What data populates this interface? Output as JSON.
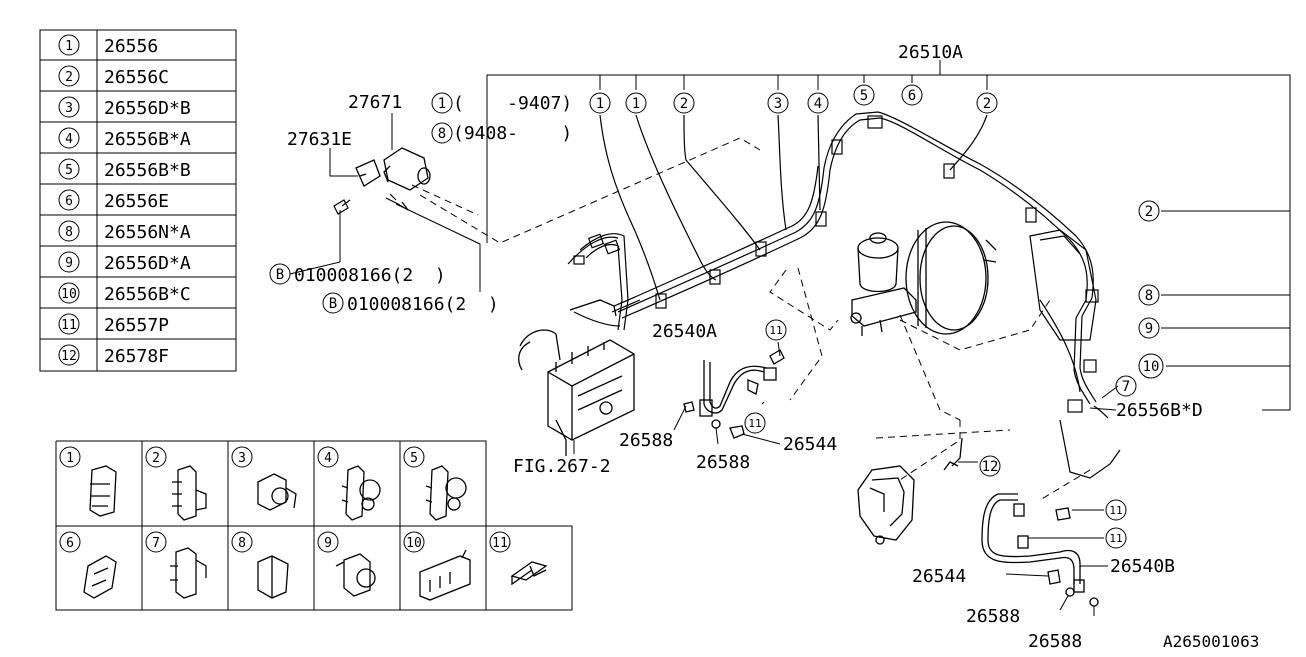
{
  "parts_table": {
    "rows": [
      {
        "num": "1",
        "part": "26556"
      },
      {
        "num": "2",
        "part": "26556C"
      },
      {
        "num": "3",
        "part": "26556D*B"
      },
      {
        "num": "4",
        "part": "26556B*A"
      },
      {
        "num": "5",
        "part": "26556B*B"
      },
      {
        "num": "6",
        "part": "26556E"
      },
      {
        "num": "8",
        "part": "26556N*A"
      },
      {
        "num": "9",
        "part": "26556D*A"
      },
      {
        "num": "10",
        "part": "26556B*C"
      },
      {
        "num": "11",
        "part": "26557P"
      },
      {
        "num": "12",
        "part": "26578F"
      }
    ]
  },
  "clip_grid": {
    "row1": [
      "1",
      "2",
      "3",
      "4",
      "5"
    ],
    "row2": [
      "6",
      "7",
      "8",
      "9",
      "10",
      "11"
    ]
  },
  "labels": {
    "main_assy": "26510A",
    "top_callouts": [
      "1",
      "1",
      "2",
      "3",
      "4",
      "5",
      "6",
      "2"
    ],
    "date_note_1_num": "1",
    "date_note_1": "(    -9407)",
    "date_note_8_num": "8",
    "date_note_8": "(9408-    )",
    "p27671": "27671",
    "p27631e": "27631E",
    "bolt_mark": "B",
    "bolt_1": "010008166(2  )",
    "bolt_2": "010008166(2  )",
    "hose_a": "26540A",
    "hose_b": "26540B",
    "p26588_a": "26588",
    "p26588_b": "26588",
    "p26588_c": "26588",
    "p26588_d": "26588",
    "p26544_a": "26544",
    "p26544_b": "26544",
    "p26556bd": "26556B*D",
    "fig_ref": "FIG.267-2",
    "right_callouts": [
      "2",
      "8",
      "9",
      "10"
    ],
    "callout_7": "7",
    "callout_11_a": "11",
    "callout_11_b": "11",
    "callout_11_c": "11",
    "callout_11_d": "11",
    "callout_12": "12",
    "catalog_code": "A265001063"
  }
}
